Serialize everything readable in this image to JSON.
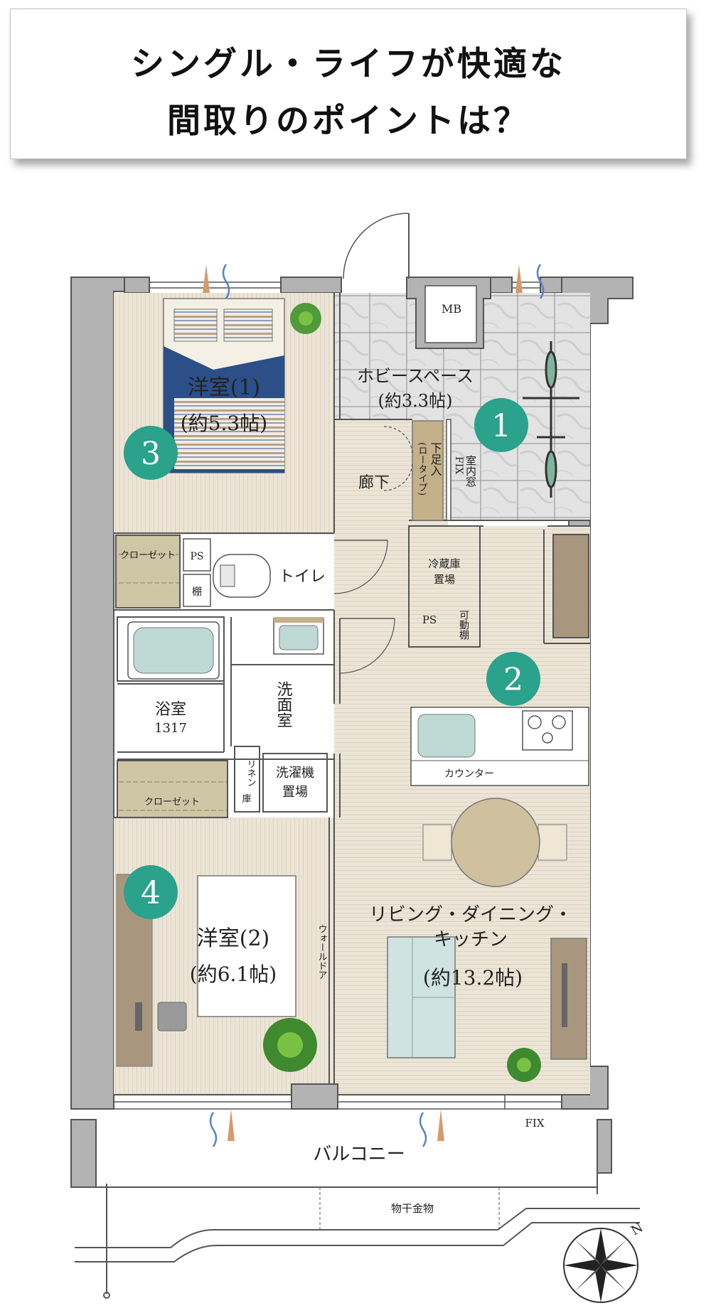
{
  "title": {
    "line1": "シングル・ライフが快適な",
    "line2": "間取りのポイントは？"
  },
  "rooms": {
    "western1_name": "洋室(1)",
    "western1_size": "(約5.3帖)",
    "hobby_name": "ホビースペース",
    "hobby_size": "(約3.3帖)",
    "mb": "MB",
    "hall": "廊下",
    "shoebox_1": "下足入",
    "shoebox_2": "(ロータイプ)",
    "indoor_window_1": "室内窓",
    "indoor_window_2": "FIX",
    "closet_upper": "クローゼット",
    "ps_toilet": "PS",
    "shelf": "棚",
    "toilet": "トイレ",
    "fridge_1": "冷蔵庫",
    "fridge_2": "置場",
    "ps_kitchen": "PS",
    "movable_shelf": "可動棚",
    "bath_name": "浴室",
    "bath_size": "1317",
    "washroom": "洗面室",
    "linen_1": "リネン",
    "linen_2": "庫",
    "washer_1": "洗濯機",
    "washer_2": "置場",
    "closet_lower": "クローゼット",
    "counter": "カウンター",
    "western2_name": "洋室(2)",
    "western2_size": "(約6.1帖)",
    "wall_door": "ウォールドア",
    "ldk_1": "リビング・ダイニング・",
    "ldk_2": "キッチン",
    "ldk_size": "(約13.2帖)",
    "fix": "FIX",
    "balcony": "バルコニー",
    "drying_rack": "物干金物"
  },
  "points": [
    "1",
    "2",
    "3",
    "4"
  ],
  "compass_label": "N",
  "colors": {
    "point_badge": "#2aa28c",
    "floor": "#ece5d7",
    "wall": "#b3b3b3",
    "closet": "#cfc6a6",
    "shoebox": "#c4b089",
    "desk": "#a8977e",
    "sofa": "#cfe3e0",
    "bed_navy": "#2b4f86"
  }
}
